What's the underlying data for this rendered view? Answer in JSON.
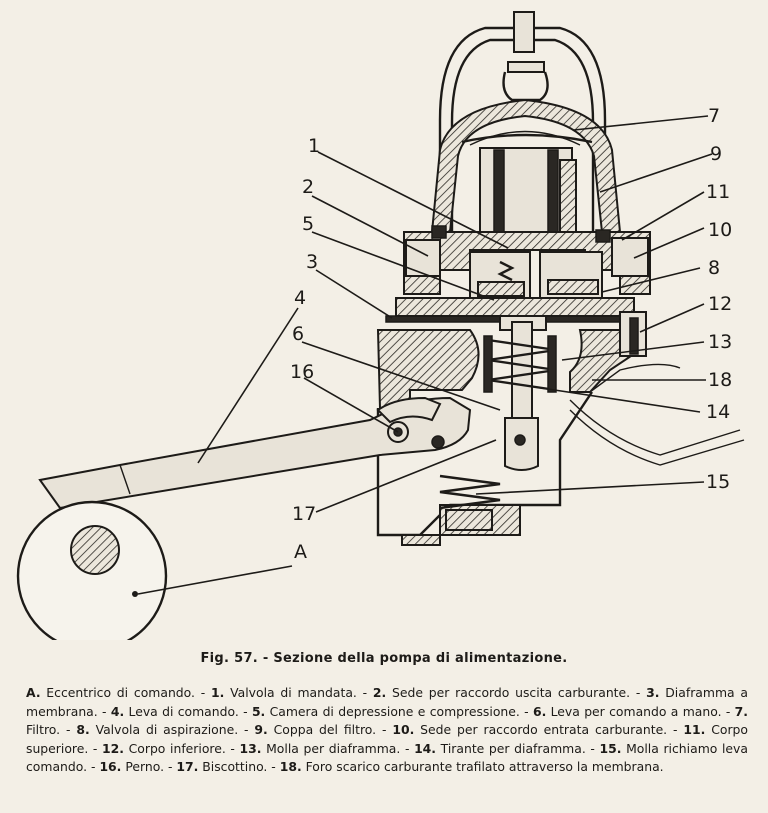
{
  "figure": {
    "labels": {
      "l1": "1",
      "l2": "2",
      "l3": "3",
      "l4": "4",
      "l5": "5",
      "l6": "6",
      "l7": "7",
      "l8": "8",
      "l9": "9",
      "l10": "10",
      "l11": "11",
      "l12": "12",
      "l13": "13",
      "l14": "14",
      "l15": "15",
      "l16": "16",
      "l17": "17",
      "l18": "18",
      "lA": "A"
    }
  },
  "caption": {
    "title": "Fig. 57. - Sezione della pompa di alimentazione."
  },
  "legend": [
    {
      "key": "A.",
      "text": "Eccentrico di comando. - "
    },
    {
      "key": "1.",
      "text": "Valvola di mandata. - "
    },
    {
      "key": "2.",
      "text": "Sede per raccordo uscita carburante. - "
    },
    {
      "key": "3.",
      "text": "Diaframma a membrana. - "
    },
    {
      "key": "4.",
      "text": "Leva di comando. - "
    },
    {
      "key": "5.",
      "text": "Camera di depressione e compressione. - "
    },
    {
      "key": "6.",
      "text": "Leva per comando a mano. - "
    },
    {
      "key": "7.",
      "text": "Filtro. - "
    },
    {
      "key": "8.",
      "text": "Valvola di aspirazione. - "
    },
    {
      "key": "9.",
      "text": "Coppa del filtro. - "
    },
    {
      "key": "10.",
      "text": "Sede per raccordo entrata carburante. - "
    },
    {
      "key": "11.",
      "text": "Corpo superiore. - "
    },
    {
      "key": "12.",
      "text": "Corpo inferiore. - "
    },
    {
      "key": "13.",
      "text": "Molla per diaframma. - "
    },
    {
      "key": "14.",
      "text": "Tirante per diaframma. - "
    },
    {
      "key": "15.",
      "text": "Molla richiamo leva comando. - "
    },
    {
      "key": "16.",
      "text": "Perno. - "
    },
    {
      "key": "17.",
      "text": "Biscottino. - "
    },
    {
      "key": "18.",
      "text": "Foro scarico carburante trafilato attraverso la membrana."
    }
  ]
}
